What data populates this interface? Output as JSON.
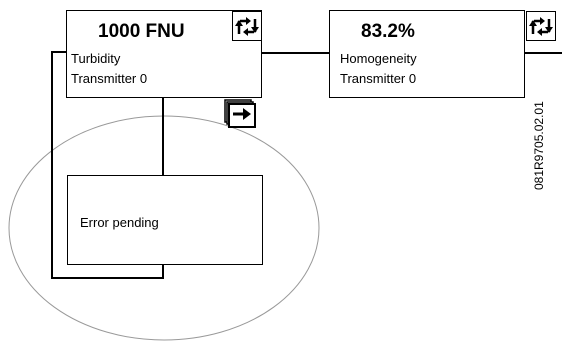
{
  "transmitter_left": {
    "value": "1000 FNU",
    "line1": "Turbidity",
    "line2": "Transmitter 0"
  },
  "transmitter_right": {
    "value": "83.2%",
    "line1": "Homogeneity",
    "line2": "Transmitter 0"
  },
  "error_box": {
    "text": "Error pending"
  },
  "reference_code": "081R9705.02.01",
  "icons": {
    "switch": "arrows-cycle-icon",
    "forward": "forward-arrow-icon"
  }
}
